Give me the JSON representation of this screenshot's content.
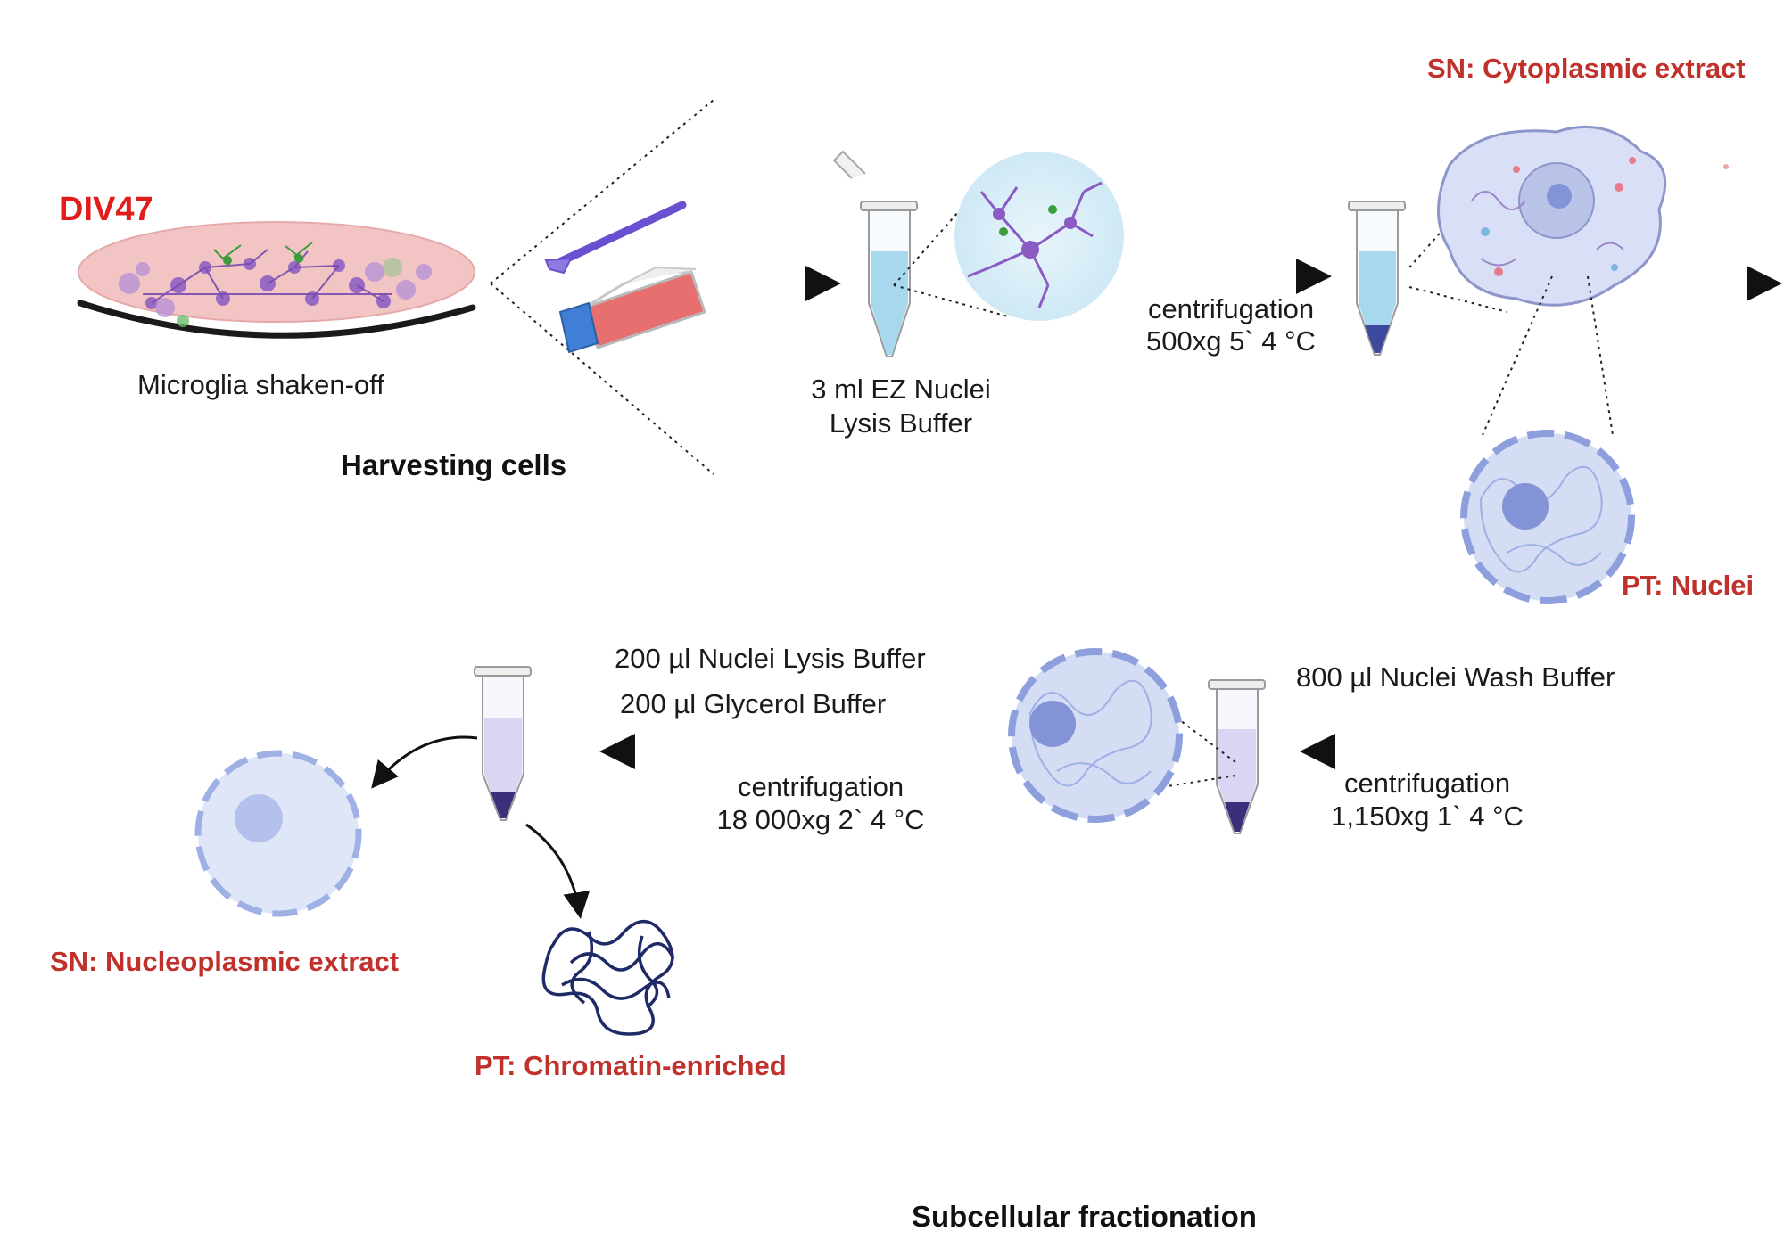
{
  "labels": {
    "div47": "DIV47",
    "microglia": "Microglia shaken-off",
    "harvesting": "Harvesting cells",
    "ez_line1": "3 ml EZ Nuclei",
    "ez_line2": "Lysis Buffer",
    "centrifuge1_line1": "centrifugation",
    "centrifuge1_line2": "500xg 5` 4 °C",
    "sn_cyto": "SN: Cytoplasmic extract",
    "pt_nuclei": "PT: Nuclei",
    "wash_buffer": "800 µl Nuclei Wash Buffer",
    "centrifuge2_line1": "centrifugation",
    "centrifuge2_line2": "1,150xg 1` 4 °C",
    "nuclei_lysis": "200 µl Nuclei Lysis Buffer",
    "glycerol": "200 µl Glycerol Buffer",
    "centrifuge3_line1": "centrifugation",
    "centrifuge3_line2": "18 000xg 2` 4 °C",
    "sn_nucleo": "SN: Nucleoplasmic extract",
    "pt_chromatin": "PT: Chromatin-enriched",
    "subcellular": "Subcellular fractionation"
  },
  "colors": {
    "label_red": "#c0312b",
    "div_red": "#e21b1b",
    "dish_pink": "#f3c4c4",
    "cell_purple": "#8a5bc2",
    "tube_blue": "#bfe3f2",
    "nucleus_blue": "#c5d3f0",
    "nucleolus": "#8394d6",
    "pellet_dark": "#3b2f7c",
    "chromatin": "#1f2a66"
  }
}
